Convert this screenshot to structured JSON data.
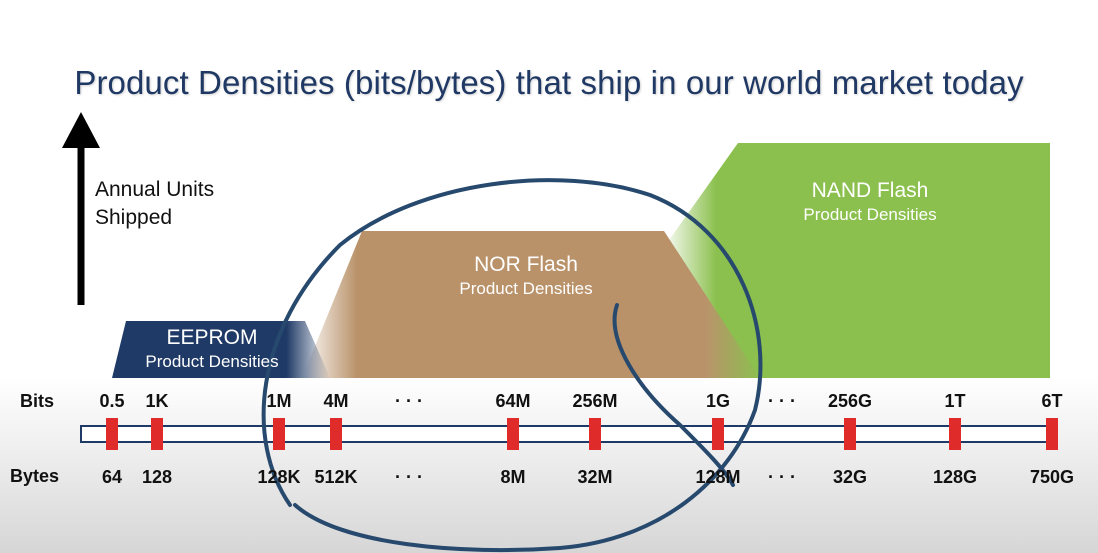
{
  "title": "Product Densities (bits/bytes) that ship in our world market today",
  "axis": {
    "y_label_line1": "Annual Units",
    "y_label_line2": "Shipped"
  },
  "bands": {
    "eeprom": {
      "name": "EEPROM",
      "sub": "Product Densities",
      "color": "#1f3a66"
    },
    "nor": {
      "name": "NOR Flash",
      "sub": "Product Densities",
      "color": "#b9926a"
    },
    "nand": {
      "name": "NAND Flash",
      "sub": "Product Densities",
      "color": "#8bc04e"
    }
  },
  "rows": {
    "bits_label": "Bits",
    "bytes_label": "Bytes"
  },
  "ticks": [
    {
      "bits": "0.5",
      "bytes": "64"
    },
    {
      "bits": "1K",
      "bytes": "128"
    },
    {
      "bits": "1M",
      "bytes": "128K"
    },
    {
      "bits": "4M",
      "bytes": "512K"
    },
    {
      "bits": "· · ·",
      "bytes": "· · ·"
    },
    {
      "bits": "64M",
      "bytes": "8M"
    },
    {
      "bits": "256M",
      "bytes": "32M"
    },
    {
      "bits": "1G",
      "bytes": "128M"
    },
    {
      "bits": "· · ·",
      "bytes": "· · ·"
    },
    {
      "bits": "256G",
      "bytes": "32G"
    },
    {
      "bits": "1T",
      "bytes": "128G"
    },
    {
      "bits": "6T",
      "bytes": "750G"
    }
  ],
  "colors": {
    "marker": "#e02b2b",
    "track": "#1f3a66",
    "annotation": "#27496d"
  }
}
